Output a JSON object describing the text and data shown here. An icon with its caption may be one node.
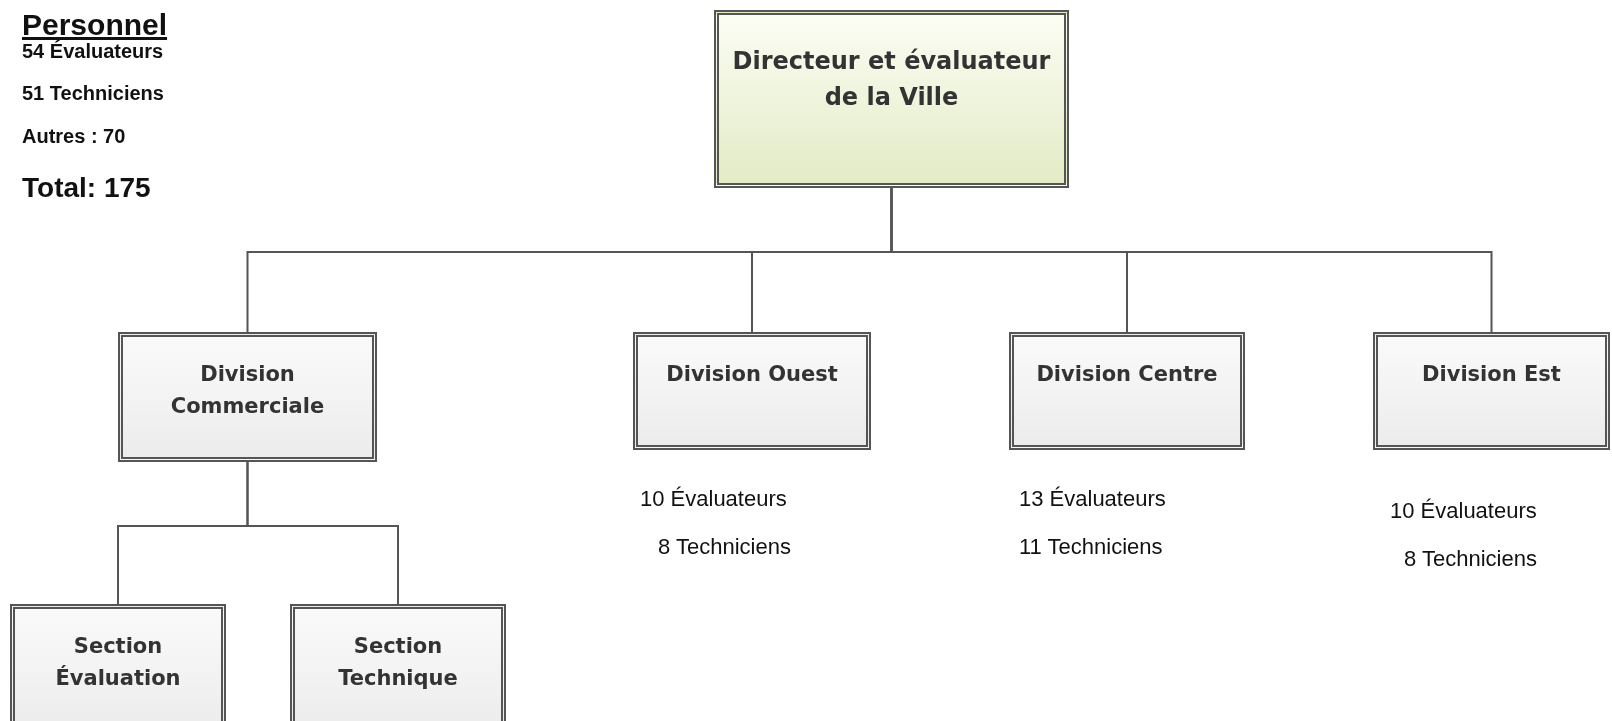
{
  "diagram": {
    "nodes": [
      {
        "text": [
          "Directeur et évaluateur de la Ville"
        ]
      },
      {
        "text": [
          "Division Commerciale"
        ]
      },
      {
        "text": [
          "Division Ouest"
        ],
        "beside": [
          "10 Évaluateurs",
          "8 Techniciens"
        ]
      },
      {
        "text": [
          "Division Centre"
        ],
        "beside": [
          "13 Évaluateurs",
          "11 Techniciens"
        ]
      },
      {
        "text": [
          "Division Est"
        ],
        "beside": [
          "10 Évaluateurs",
          "8 Techniciens"
        ]
      },
      {
        "text": [
          "Section Évaluation"
        ]
      },
      {
        "text": [
          "Section Technique"
        ]
      }
    ],
    "edges": [
      {
        "from": 0,
        "to": 1,
        "arrow": "none"
      },
      {
        "from": 0,
        "to": 2,
        "arrow": "none"
      },
      {
        "from": 0,
        "to": 3,
        "arrow": "none"
      },
      {
        "from": 0,
        "to": 4,
        "arrow": "none"
      },
      {
        "from": 1,
        "to": 5,
        "arrow": "none"
      },
      {
        "from": 1,
        "to": 6,
        "arrow": "none"
      }
    ],
    "labels": [
      "Personnel",
      "54 Évaluateurs",
      "51 Techniciens",
      "Autres : 70",
      "Total: 175"
    ]
  }
}
